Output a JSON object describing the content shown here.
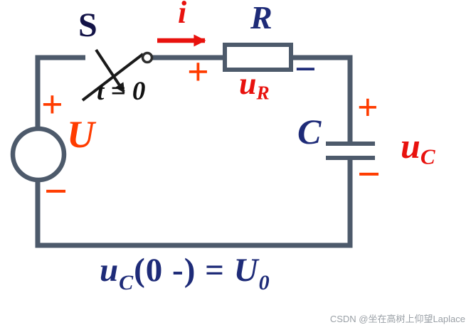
{
  "labels": {
    "switch": "S",
    "current": "i",
    "resistor": "R",
    "time_condition": "t = 0",
    "source_voltage": "U",
    "capacitor": "C"
  },
  "signs": {
    "resistor_plus": "+",
    "resistor_minus": "−",
    "source_plus": "+",
    "source_minus": "−",
    "capacitor_plus": "+",
    "capacitor_minus": "−"
  },
  "voltages": {
    "resistor_base": "u",
    "resistor_sub": "R",
    "capacitor_base": "u",
    "capacitor_sub": "C"
  },
  "equation": {
    "base": "u",
    "base_sub": "C",
    "middle": "(0 -) = ",
    "result": "U",
    "result_sub": "0"
  },
  "watermark": "CSDN @坐在高树上仰望Laplace",
  "colors": {
    "wire": "#4d5a6b",
    "label_red": "#e8120e",
    "sign_orange": "#ff3c00",
    "label_navy": "#1e2b78",
    "switch_black": "#1a1a1a"
  }
}
